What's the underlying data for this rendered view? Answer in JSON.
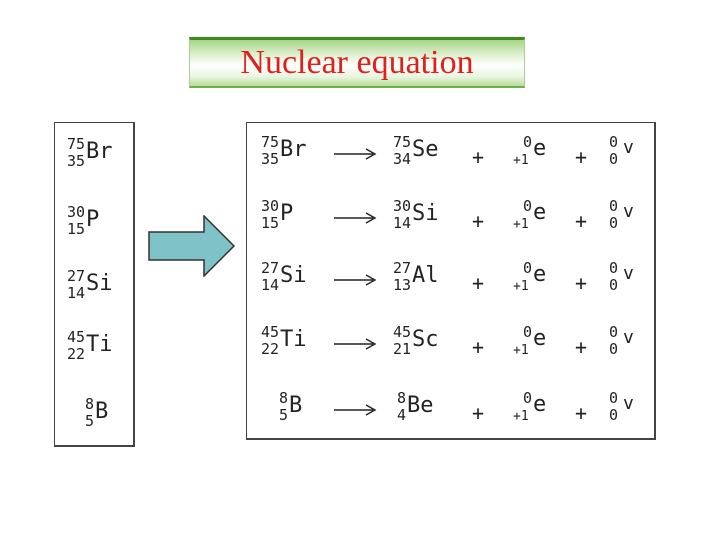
{
  "title": "Nuclear equation",
  "colors": {
    "title_text": "#e0201c",
    "title_green": "#3a8d1c",
    "arrow_fill": "#7fc3c8"
  },
  "icons": [
    "right-arrow-icon",
    "reaction-arrow-icon"
  ],
  "reactants": [
    {
      "mass": "75",
      "atomic": "35",
      "symbol": "Br"
    },
    {
      "mass": "30",
      "atomic": "15",
      "symbol": "P"
    },
    {
      "mass": "27",
      "atomic": "14",
      "symbol": "Si"
    },
    {
      "mass": "45",
      "atomic": "22",
      "symbol": "Ti"
    },
    {
      "mass": "8",
      "atomic": "5",
      "symbol": "B"
    }
  ],
  "equations": [
    {
      "parent": {
        "mass": "75",
        "atomic": "35",
        "symbol": "Br"
      },
      "daughter": {
        "mass": "75",
        "atomic": "34",
        "symbol": "Se"
      },
      "positron": {
        "mass": "0",
        "atomic": "+1",
        "symbol": "e"
      },
      "neutrino": {
        "mass": "0",
        "atomic": "0",
        "symbol": "v"
      },
      "plus": "+"
    },
    {
      "parent": {
        "mass": "30",
        "atomic": "15",
        "symbol": "P"
      },
      "daughter": {
        "mass": "30",
        "atomic": "14",
        "symbol": "Si"
      },
      "positron": {
        "mass": "0",
        "atomic": "+1",
        "symbol": "e"
      },
      "neutrino": {
        "mass": "0",
        "atomic": "0",
        "symbol": "v"
      },
      "plus": "+"
    },
    {
      "parent": {
        "mass": "27",
        "atomic": "14",
        "symbol": "Si"
      },
      "daughter": {
        "mass": "27",
        "atomic": "13",
        "symbol": "Al"
      },
      "positron": {
        "mass": "0",
        "atomic": "+1",
        "symbol": "e"
      },
      "neutrino": {
        "mass": "0",
        "atomic": "0",
        "symbol": "v"
      },
      "plus": "+"
    },
    {
      "parent": {
        "mass": "45",
        "atomic": "22",
        "symbol": "Ti"
      },
      "daughter": {
        "mass": "45",
        "atomic": "21",
        "symbol": "Sc"
      },
      "positron": {
        "mass": "0",
        "atomic": "+1",
        "symbol": "e"
      },
      "neutrino": {
        "mass": "0",
        "atomic": "0",
        "symbol": "v"
      },
      "plus": "+"
    },
    {
      "parent": {
        "mass": "8",
        "atomic": "5",
        "symbol": "B"
      },
      "daughter": {
        "mass": "8",
        "atomic": "4",
        "symbol": "Be"
      },
      "positron": {
        "mass": "0",
        "atomic": "+1",
        "symbol": "e"
      },
      "neutrino": {
        "mass": "0",
        "atomic": "0",
        "symbol": "v"
      },
      "plus": "+"
    }
  ]
}
